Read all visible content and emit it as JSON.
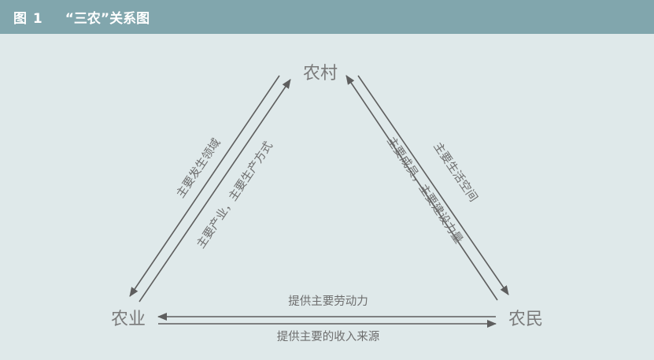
{
  "header": {
    "figure_label": "图 1",
    "title": "“三农”关系图"
  },
  "nodes": {
    "rural_area": "农村",
    "agriculture": "农业",
    "farmers": "农民"
  },
  "edges": {
    "left_outer": "主要发生领域",
    "left_inner": "主要产业，主要生产方式",
    "right_outer": "主要生活空间",
    "right_inner": "主要成员，主要建设力量",
    "bottom_top": "提供主要劳动力",
    "bottom_bottom": "提供主要的收入来源"
  },
  "colors": {
    "header_bg": "#81a6ad",
    "background": "#dfe9ea",
    "arrow": "#5e5e5e",
    "text": "#7a7a7a"
  }
}
